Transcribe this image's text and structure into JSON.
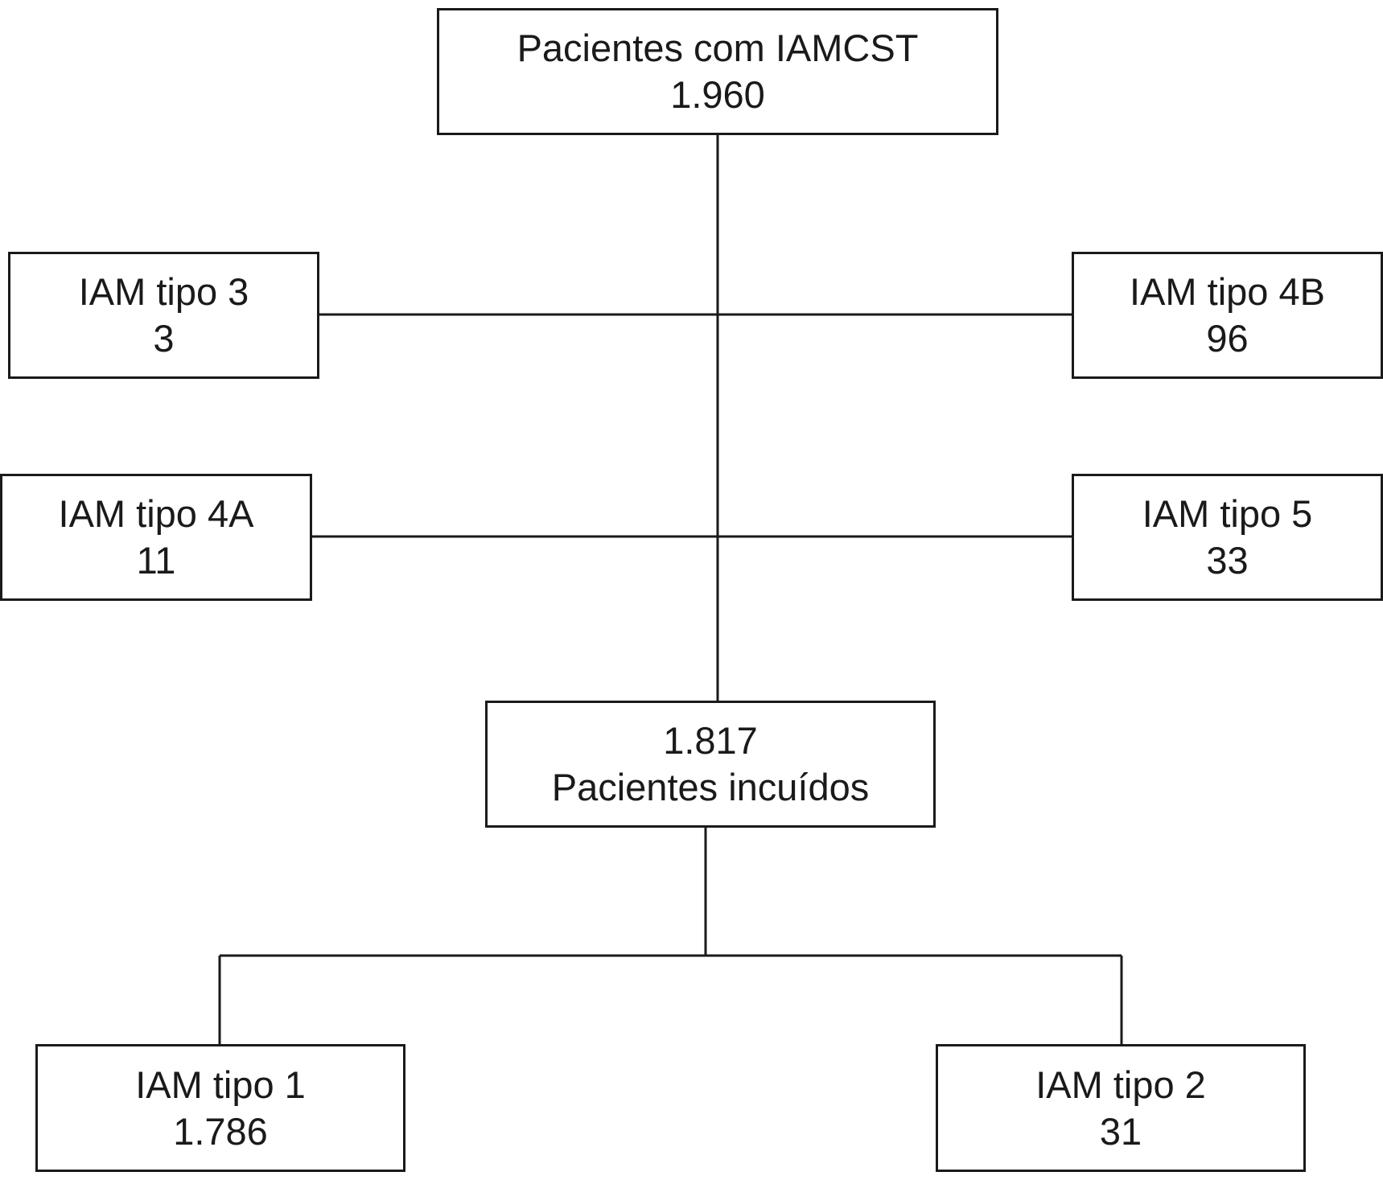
{
  "nodes": {
    "top": {
      "label": "Pacientes com IAMCST",
      "value": "1.960"
    },
    "type3": {
      "label": "IAM tipo 3",
      "value": "3"
    },
    "type4b": {
      "label": "IAM tipo 4B",
      "value": "96"
    },
    "type4a": {
      "label": "IAM tipo 4A",
      "value": "11"
    },
    "type5": {
      "label": "IAM tipo 5",
      "value": "33"
    },
    "included": {
      "value": "1.817",
      "label": "Pacientes incuídos"
    },
    "type1": {
      "label": "IAM tipo 1",
      "value": "1.786"
    },
    "type2": {
      "label": "IAM tipo 2",
      "value": "31"
    }
  },
  "colors": {
    "line": "#1a1a1a",
    "background": "#ffffff"
  }
}
